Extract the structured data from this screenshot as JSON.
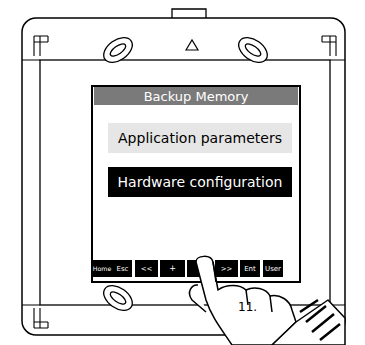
{
  "diagram": {
    "nodes": [
      {
        "text": [
          "Backup Memory"
        ]
      },
      {
        "text": [
          "Application parameters"
        ]
      },
      {
        "text": [
          "Hardware configuration"
        ]
      },
      {
        "text": [
          "Home"
        ]
      },
      {
        "text": [
          "Esc"
        ]
      },
      {
        "text": [
          "<<"
        ]
      },
      {
        "text": [
          "+"
        ]
      },
      {
        "text": [
          ">>"
        ]
      },
      {
        "text": [
          "Ent"
        ]
      },
      {
        "text": [
          "User"
        ]
      }
    ],
    "labels": [
      "11."
    ]
  }
}
